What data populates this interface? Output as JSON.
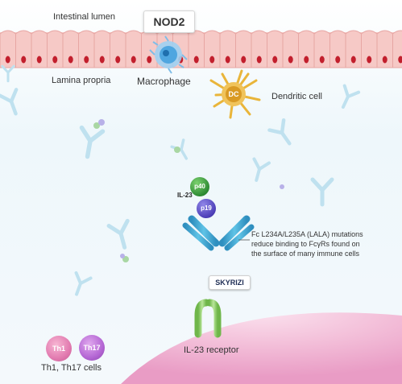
{
  "labels": {
    "intestinal_lumen": "Intestinal lumen",
    "nod2": "NOD2",
    "lamina_propria": "Lamina propria",
    "macrophage": "Macrophage",
    "dendritic_cell": "Dendritic cell",
    "dc": "DC",
    "il23": "IL-23",
    "p40": "p40",
    "p19": "p19",
    "fc_note_line1": "Fc L234A/L235A (LALA) mutations",
    "fc_note_line2": "reduce binding to FcγRs found on",
    "fc_note_line3": "the surface of many immune cells",
    "skyrizi": "SKYRIZI",
    "il23_receptor": "IL-23 receptor",
    "th1": "Th1",
    "th17": "Th17",
    "th_cells": "Th1, Th17 cells"
  },
  "colors": {
    "epithelium": "#f6c9c6",
    "epithelium_edge": "#e7a6a3",
    "nucleus": "#c21f2d",
    "antibody": "#3aa3d0",
    "antibody_faded": "#bfe1ef",
    "receptor": "#8fcf6a",
    "cell_surface": "#f5b8d6",
    "dendritic": "#e9b53a",
    "macrophage": "#4fa6e0"
  }
}
